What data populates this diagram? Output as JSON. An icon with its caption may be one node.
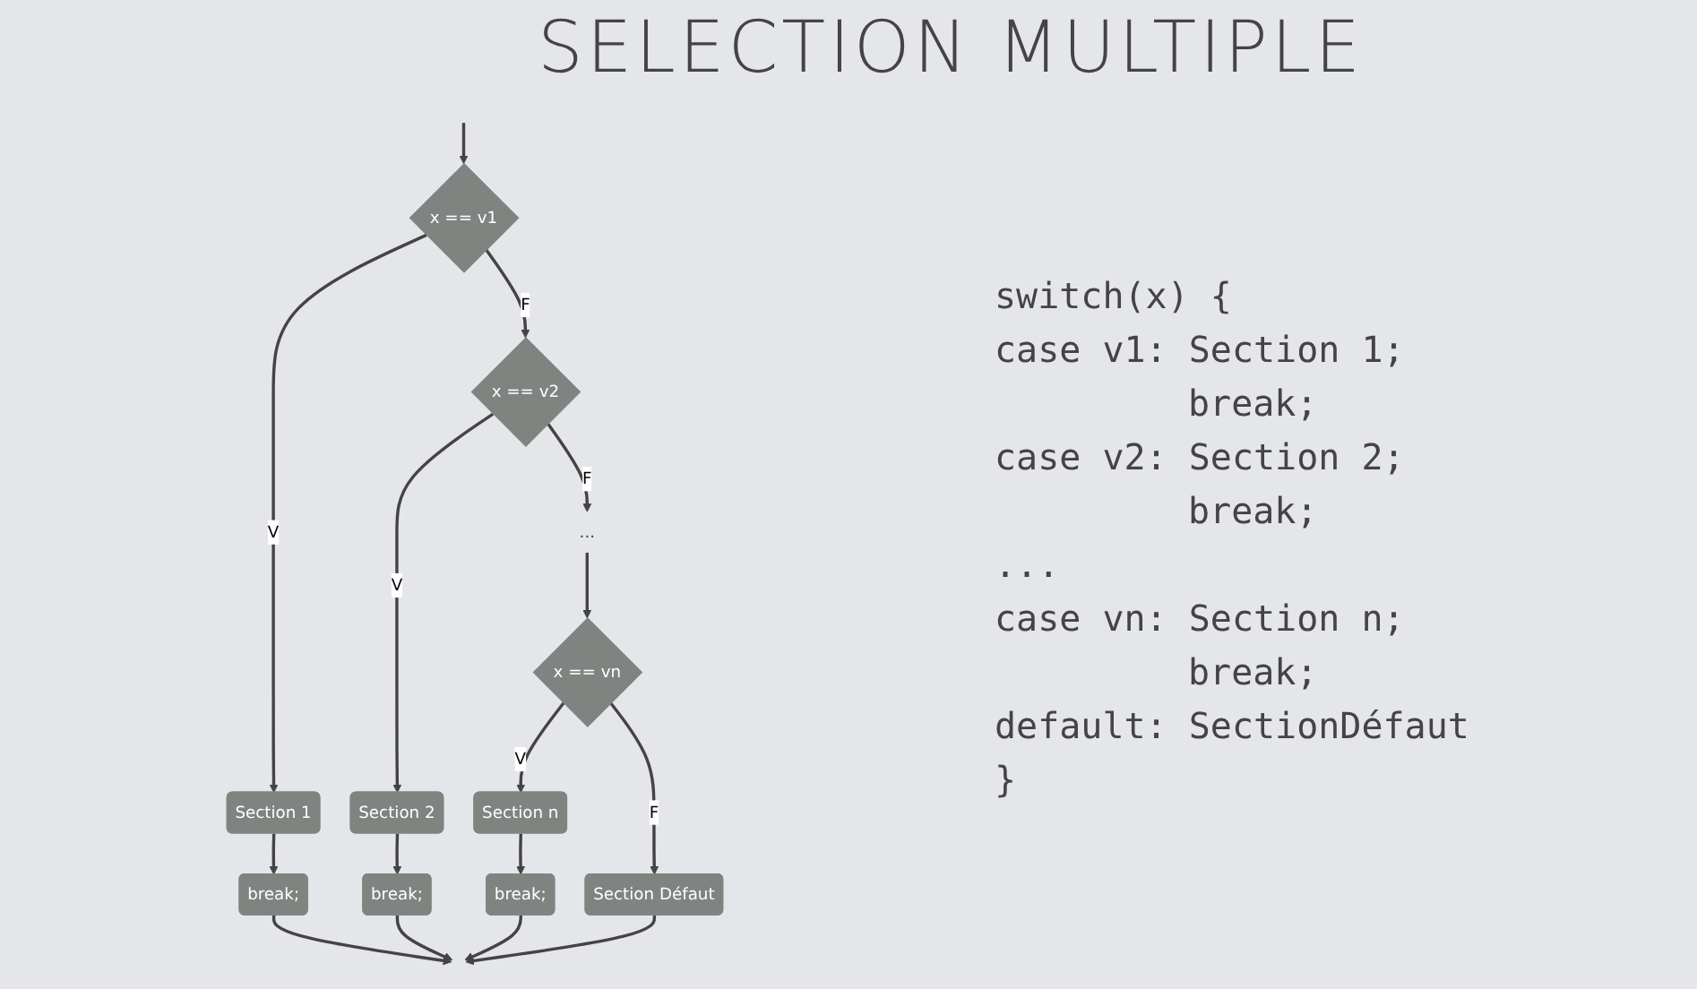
{
  "diagram": {
    "title": "SELECTION MULTIPLE",
    "nodes": [
      {
        "text": [
          "x == v1"
        ]
      },
      {
        "text": [
          "Section 1"
        ]
      },
      {
        "text": [
          "break;"
        ]
      },
      {
        "text": [
          "x == v2"
        ]
      },
      {
        "text": [
          "Section 2"
        ]
      },
      {
        "text": [
          "break;"
        ]
      },
      {
        "text": [
          "..."
        ]
      },
      {
        "text": [
          "x == vn"
        ]
      },
      {
        "text": [
          "Section n"
        ]
      },
      {
        "text": [
          "break;"
        ]
      },
      {
        "text": [
          "Section Défaut"
        ]
      }
    ],
    "edges": [
      {
        "from": null,
        "to": 0,
        "arrow": "to"
      },
      {
        "from": 0,
        "to": 1,
        "arrow": "to",
        "label": "V"
      },
      {
        "from": 1,
        "to": 2,
        "arrow": "to"
      },
      {
        "from": 0,
        "to": 3,
        "arrow": "to",
        "label": "F"
      },
      {
        "from": 3,
        "to": 4,
        "arrow": "to",
        "label": "V"
      },
      {
        "from": 4,
        "to": 5,
        "arrow": "to"
      },
      {
        "from": 3,
        "to": 6,
        "arrow": "to",
        "label": "F"
      },
      {
        "from": 6,
        "to": 7,
        "arrow": "to"
      },
      {
        "from": 7,
        "to": 8,
        "arrow": "to",
        "label": "V"
      },
      {
        "from": 8,
        "to": 9,
        "arrow": "to"
      },
      {
        "from": 7,
        "to": 10,
        "arrow": "to",
        "label": "F"
      },
      {
        "from": 2,
        "to": null,
        "arrow": "to"
      },
      {
        "from": 5,
        "to": null,
        "arrow": "to"
      },
      {
        "from": 9,
        "to": null,
        "arrow": "to"
      },
      {
        "from": 10,
        "to": null,
        "arrow": "to"
      }
    ],
    "labels": [
      "switch(x) {",
      "case v1: Section 1;",
      "break;",
      "case v2: Section 2;",
      "break;",
      "...",
      "case vn: Section n;",
      "break;",
      "default: SectionDéfaut",
      "}"
    ]
  }
}
